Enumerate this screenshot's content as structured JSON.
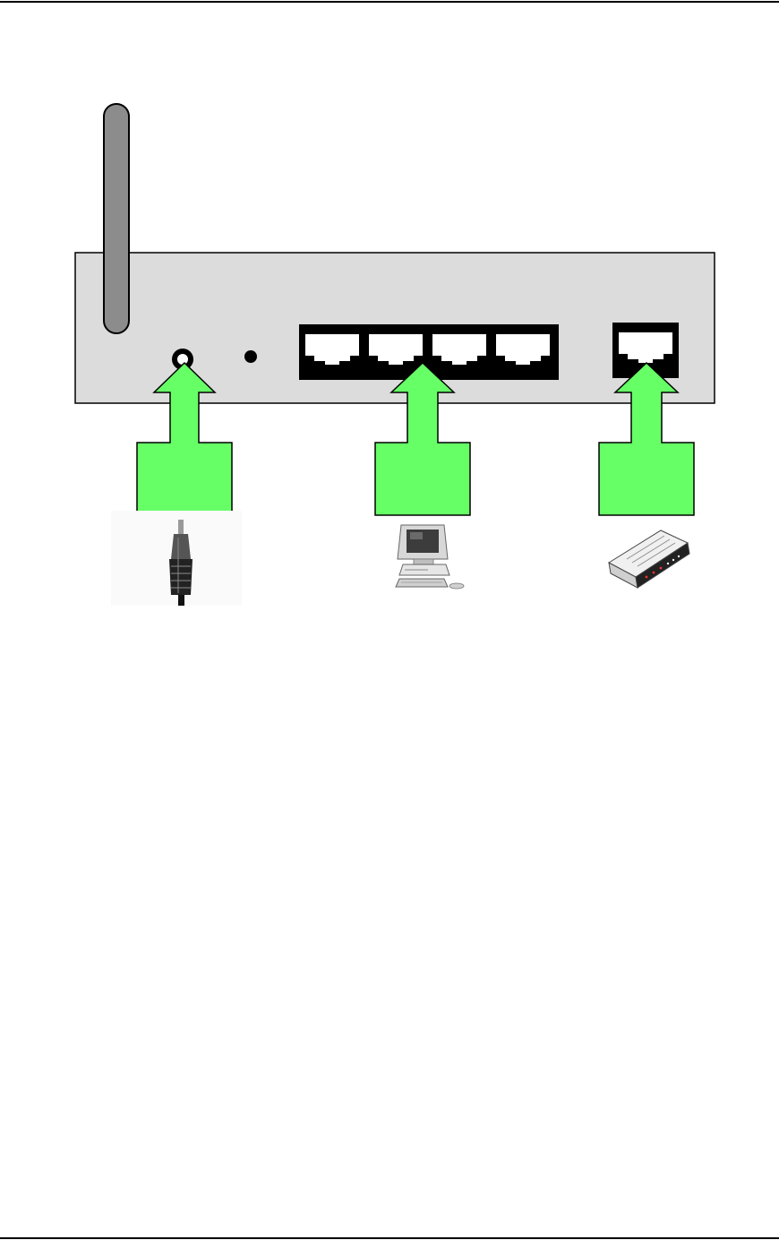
{
  "colors": {
    "router_body": "#dcdcdc",
    "antenna": "#8c8c8c",
    "port_frame": "#000000",
    "port_opening": "#ffffff",
    "arrow_fill": "#66ff66",
    "arrow_stroke": "#000000"
  },
  "router": {
    "antenna_icon": "antenna-icon",
    "power_jack_icon": "power-jack-icon",
    "reset_hole_icon": "reset-hole-icon",
    "lan_port_count": 4,
    "wan_port_count": 1
  },
  "callouts": [
    {
      "name": "power",
      "icon": "power-plug-icon"
    },
    {
      "name": "lan",
      "icon": "computer-icon"
    },
    {
      "name": "wan",
      "icon": "modem-icon"
    }
  ]
}
